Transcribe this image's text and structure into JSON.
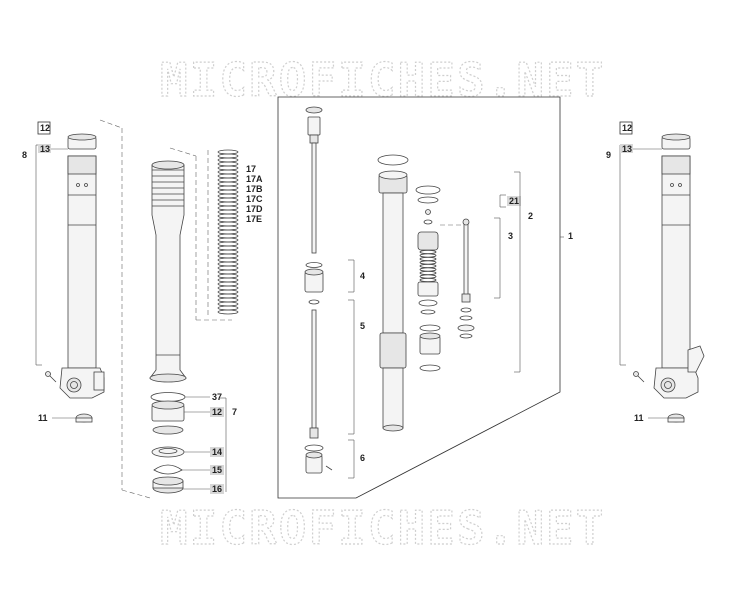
{
  "watermark": {
    "text": "MICROFICHES.NET"
  },
  "colors": {
    "line": "#333333",
    "label_highlight": "#d7d7d7",
    "watermark": "#cfcfcf"
  },
  "callouts": {
    "left_leg": {
      "c12": "12",
      "c13": "13",
      "c8": "8",
      "c11": "11"
    },
    "spring": {
      "c17": "17",
      "c17a": "17A",
      "c17b": "17B",
      "c17c": "17C",
      "c17d": "17D",
      "c17e": "17E"
    },
    "slider_kit": {
      "c37": "37",
      "c12": "12",
      "c7": "7",
      "c14": "14",
      "c15": "15",
      "c16": "16"
    },
    "cartridge": {
      "c4": "4",
      "c5": "5",
      "c6": "6",
      "c21": "21",
      "c2": "2",
      "c3": "3",
      "c1": "1"
    },
    "right_leg": {
      "c12": "12",
      "c13": "13",
      "c9": "9",
      "c11": "11"
    }
  }
}
